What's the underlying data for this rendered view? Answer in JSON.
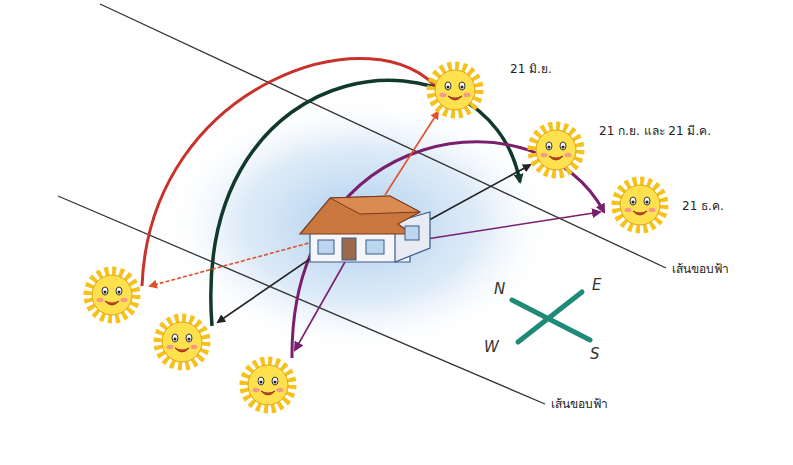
{
  "diagram": {
    "labels": [
      "21 มิ.ย.",
      "21 ก.ย. และ 21 มี.ค.",
      "21 ธ.ค.",
      "เส้นขอบฟ้า",
      "เส้นขอบฟ้า",
      "N",
      "E",
      "W",
      "S"
    ]
  }
}
